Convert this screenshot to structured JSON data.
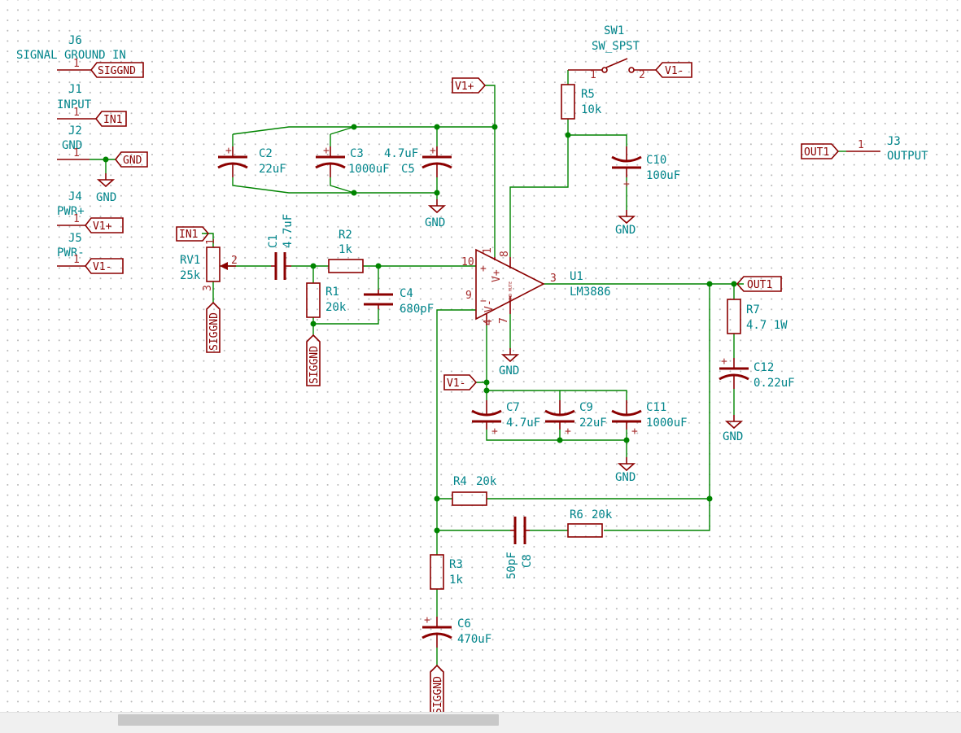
{
  "connectors": [
    {
      "ref": "J6",
      "name": "SIGNAL GROUND IN",
      "pin": "1",
      "net": "SIGGND"
    },
    {
      "ref": "J1",
      "name": "INPUT",
      "pin": "1",
      "net": "IN1"
    },
    {
      "ref": "J2",
      "name": "GND",
      "pin": "1",
      "net": "GND"
    },
    {
      "ref": "J4",
      "name": "PWR+",
      "pin": "1",
      "net": "V1+"
    },
    {
      "ref": "J5",
      "name": "PWR-",
      "pin": "1",
      "net": "V1-"
    },
    {
      "ref": "J3",
      "name": "OUTPUT",
      "pin": "1",
      "net": "OUT1"
    }
  ],
  "power_labels": {
    "gnd": "GND"
  },
  "switch": {
    "ref": "SW1",
    "value": "SW_SPST",
    "pin1": "1",
    "pin2": "2",
    "net": "V1-"
  },
  "resistors": {
    "r5": {
      "ref": "R5",
      "value": "10k"
    },
    "r2": {
      "ref": "R2",
      "value": "1k"
    },
    "r1": {
      "ref": "R1",
      "value": "20k"
    },
    "r7": {
      "ref": "R7",
      "value": "4.7 1W"
    },
    "r4": {
      "ref": "R4",
      "value": "20k"
    },
    "r6": {
      "ref": "R6",
      "value": "20k"
    },
    "r3": {
      "ref": "R3",
      "value": "1k"
    }
  },
  "capacitors": {
    "c2": {
      "ref": "C2",
      "value": "22uF"
    },
    "c3": {
      "ref": "C3",
      "value": "1000uF"
    },
    "c5": {
      "ref": "C5",
      "value": "4.7uF"
    },
    "c10": {
      "ref": "C10",
      "value": "100uF"
    },
    "c1": {
      "ref": "C1",
      "value": "4.7uF"
    },
    "c4": {
      "ref": "C4",
      "value": "680pF"
    },
    "c7": {
      "ref": "C7",
      "value": "4.7uF"
    },
    "c9": {
      "ref": "C9",
      "value": "22uF"
    },
    "c11": {
      "ref": "C11",
      "value": "1000uF"
    },
    "c12": {
      "ref": "C12",
      "value": "0.22uF"
    },
    "c8": {
      "ref": "C8",
      "value": "50pF"
    },
    "c6": {
      "ref": "C6",
      "value": "470uF"
    }
  },
  "potentiometer": {
    "ref": "RV1",
    "value": "25k",
    "pin1": "1",
    "pin2": "2",
    "pin3": "3"
  },
  "amplifier": {
    "ref": "U1",
    "value": "LM3886",
    "pins": {
      "p1": "1",
      "p8": "8",
      "p10": "10",
      "p9": "9",
      "p3": "3",
      "p4": "4",
      "p7": "7"
    },
    "v_plus": "V+",
    "v_minus": "V-",
    "in_plus": "+",
    "in_minus": "−",
    "tiny_text": "GND MUTE"
  },
  "nets": {
    "siggnd": "SIGGND",
    "in1": "IN1",
    "gnd": "GND",
    "v1p": "V1+",
    "v1m": "V1-",
    "out1": "OUT1"
  },
  "polarity_plus": "+",
  "colors": {
    "wire": "#008400",
    "component": "#8b0000",
    "label": "#00848a",
    "pin_number": "#a52a2a"
  }
}
